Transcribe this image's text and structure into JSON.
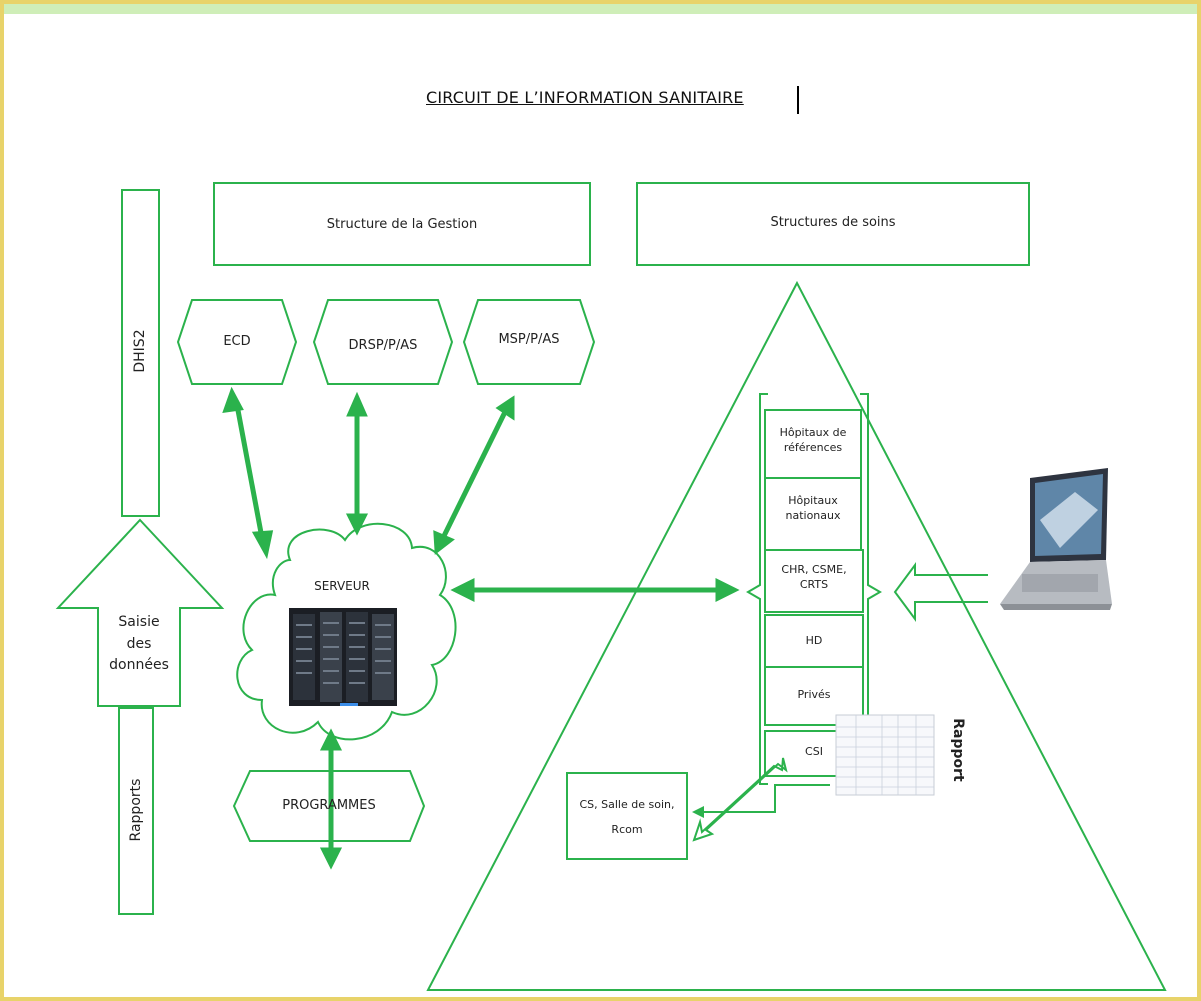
{
  "title": "CIRCUIT DE L’INFORMATION SANITAIRE",
  "colors": {
    "accent": "#2bb24c",
    "border": "#e8d36a",
    "top_band": "#d8f0c8"
  },
  "gestion": {
    "header": "Structure de la Gestion",
    "nodes": [
      "ECD",
      "DRSP/P/AS",
      "MSP/P/AS"
    ]
  },
  "soins": {
    "header": "Structures de soins",
    "levels": [
      {
        "line1": "Hôpitaux de",
        "line2": "références"
      },
      {
        "line1": "Hôpitaux",
        "line2": "nationaux"
      },
      {
        "line1": "CHR, CSME,",
        "line2": "CRTS"
      },
      {
        "line1": "HD",
        "line2": ""
      },
      {
        "line1": "Privés",
        "line2": ""
      },
      {
        "line1": "CSI",
        "line2": ""
      }
    ],
    "base": {
      "line1": "CS, Salle de soin,",
      "line2": "Rcom"
    },
    "rapport_doc": "Rapport"
  },
  "server": {
    "label": "SERVEUR",
    "icon": "server-rack-icon"
  },
  "programmes": "PROGRAMMES",
  "left_column": {
    "dhis2": "DHIS2",
    "saisie": {
      "line1": "Saisie",
      "line2": "des",
      "line3": "données"
    },
    "rapports": "Rapports"
  },
  "laptop_icon": "laptop-icon"
}
